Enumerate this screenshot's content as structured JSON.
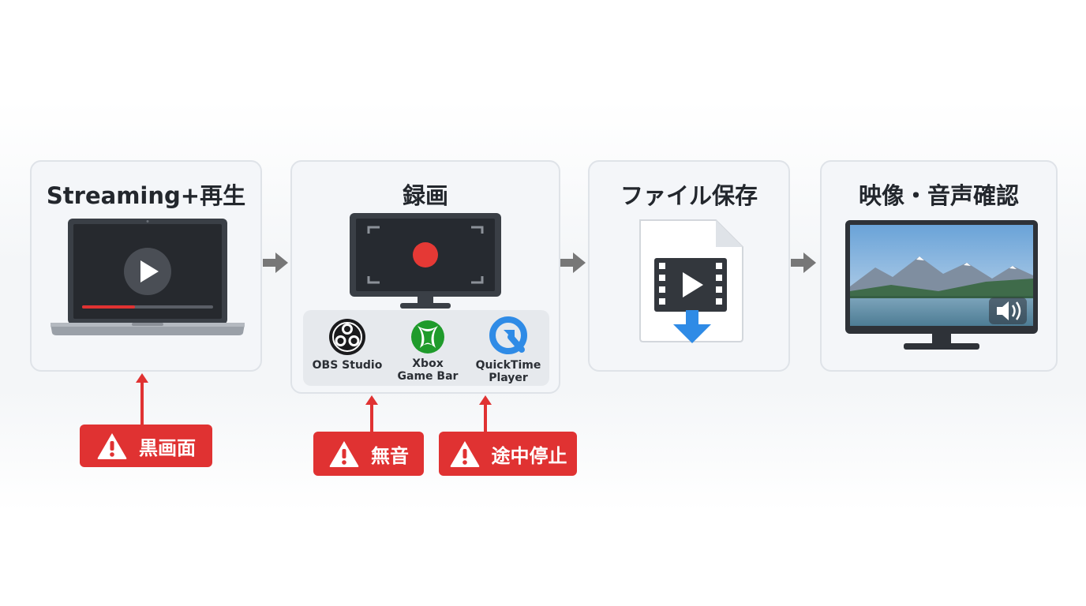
{
  "steps": [
    {
      "title": "Streaming+再生"
    },
    {
      "title": "録画"
    },
    {
      "title": "ファイル保存"
    },
    {
      "title": "映像・音声確認"
    }
  ],
  "recorders": [
    {
      "line1": "OBS Studio",
      "line2": "",
      "icon": "obs-studio-icon"
    },
    {
      "line1": "Xbox",
      "line2": "Game Bar",
      "icon": "xbox-icon"
    },
    {
      "line1": "QuickTime",
      "line2": "Player",
      "icon": "quicktime-icon"
    }
  ],
  "warnings": [
    {
      "label": "黒画面"
    },
    {
      "label": "無音"
    },
    {
      "label": "途中停止"
    }
  ],
  "colors": {
    "accent_red": "#e03232",
    "record_dot": "#e53935",
    "download_blue": "#2f8be6",
    "flow_arrow": "#777777"
  }
}
